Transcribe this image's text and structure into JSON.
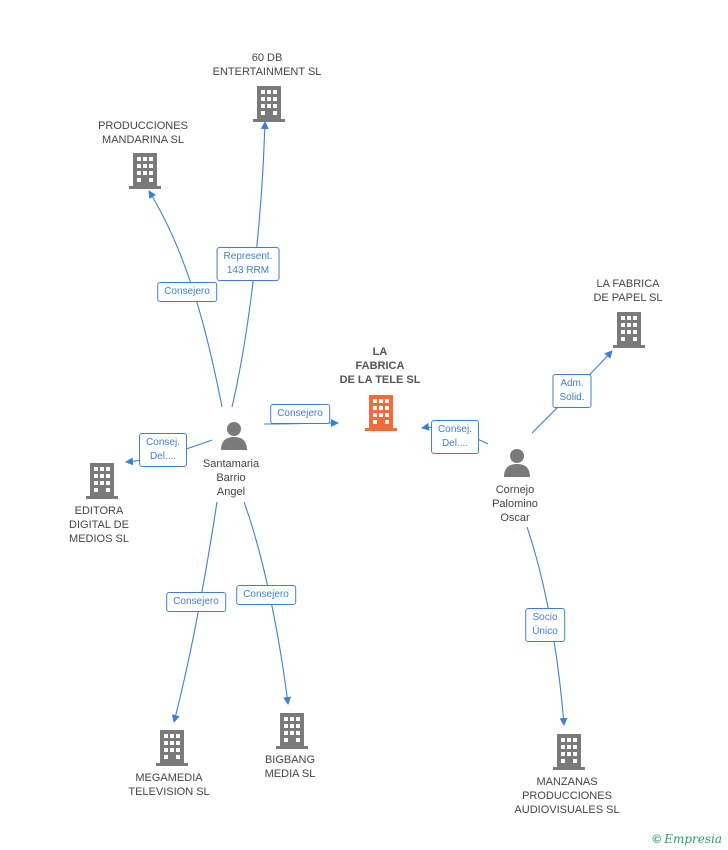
{
  "nodes": {
    "la_fabrica_tele": {
      "label": "LA\nFABRICA\nDE LA TELE SL",
      "color": "#f26b38"
    },
    "sixty_db": {
      "label": "60 DB\nENTERTAINMENT SL"
    },
    "producciones_mandarina": {
      "label": "PRODUCCIONES\nMANDARINA SL"
    },
    "la_fabrica_papel": {
      "label": "LA FABRICA\nDE PAPEL SL"
    },
    "editora_digital": {
      "label": "EDITORA\nDIGITAL DE\nMEDIOS SL"
    },
    "megamedia": {
      "label": "MEGAMEDIA\nTELEVISION  SL"
    },
    "bigbang": {
      "label": "BIGBANG\nMEDIA SL"
    },
    "manzanas": {
      "label": "MANZANAS\nPRODUCCIONES\nAUDIOVISUALES SL"
    },
    "santamaria": {
      "label": "Santamaria\nBarrio\nAngel"
    },
    "cornejo": {
      "label": "Cornejo\nPalomino\nOscar"
    }
  },
  "edges": {
    "represent": "Represent.\n143 RRM",
    "consejero_mandarina": "Consejero",
    "consejero_tele": "Consejero",
    "consej_del_editora": "Consej.\nDel....",
    "consej_del_tele": "Consej.\nDel....",
    "adm_solid": "Adm.\nSolid.",
    "consejero_megamedia": "Consejero",
    "consejero_bigbang": "Consejero",
    "socio_unico": "Socio\nÚnico"
  },
  "colors": {
    "edge": "#3f7fd3",
    "building": "#7a7a7a",
    "person": "#7a7a7a"
  },
  "brand": {
    "copyright": "©",
    "name": "Empresia"
  }
}
